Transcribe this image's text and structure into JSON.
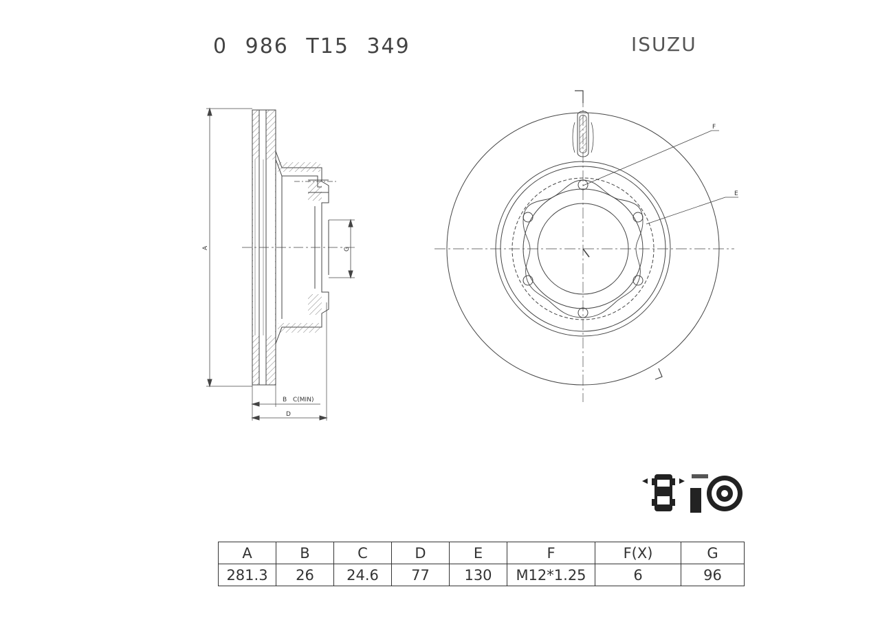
{
  "header": {
    "part_number": "0 986 T15 349",
    "brand": "ISUZU"
  },
  "drawing": {
    "side_view_labels": {
      "a": "A",
      "b": "B",
      "c": "C(MIN)",
      "d": "D",
      "g": "G"
    },
    "front_view_labels": {
      "e": "E",
      "f": "F"
    }
  },
  "specs": {
    "headers": [
      "A",
      "B",
      "C",
      "D",
      "E",
      "F",
      "F(X)",
      "G"
    ],
    "values": [
      "281.3",
      "26",
      "24.6",
      "77",
      "130",
      "M12*1.25",
      "6",
      "96"
    ]
  },
  "icons": [
    "vehicle-axle-icon",
    "brake-disc-icon"
  ]
}
